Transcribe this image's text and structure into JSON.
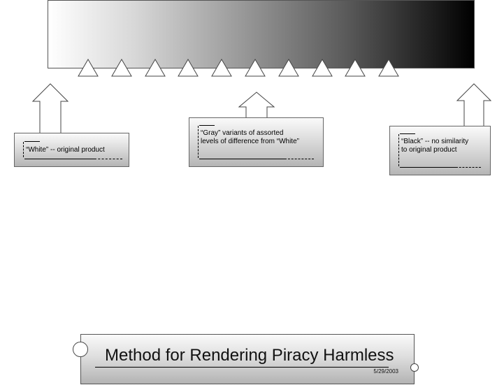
{
  "diagram": {
    "title": "Method for Rendering Piracy Harmless",
    "date": "5/29/2003",
    "spectrum": {
      "marker_count": 10
    },
    "labels": {
      "white": "“White” -- original product",
      "gray_line1": "“Gray” variants of assorted",
      "gray_line2": "levels of difference from “White”",
      "black_line1": "“Black” -- no similarity",
      "black_line2": "to original product"
    }
  }
}
